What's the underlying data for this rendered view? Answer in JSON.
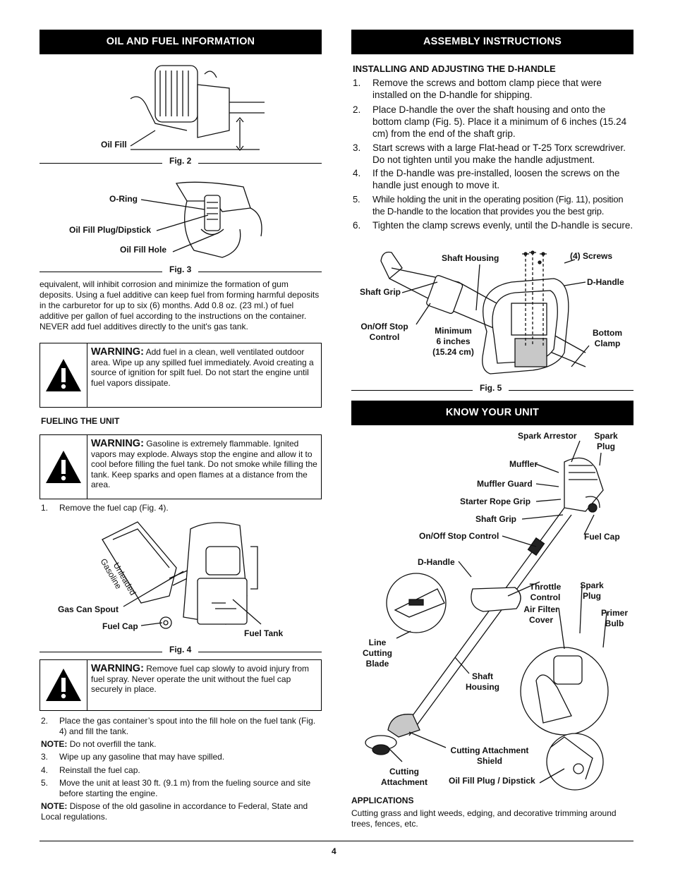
{
  "left": {
    "header": "OIL AND FUEL INFORMATION",
    "fig2": {
      "caption": "Fig. 2",
      "oil_fill": "Oil Fill"
    },
    "fig3": {
      "caption": "Fig. 3",
      "o_ring": "O-Ring",
      "plug": "Oil Fill Plug/Dipstick",
      "hole": "Oil Fill Hole"
    },
    "intro": "equivalent, will inhibit corrosion and minimize the formation of gum deposits. Using a fuel additive can keep fuel from forming harmful deposits in the carburetor for up to six (6) months. Add 0.8 oz. (23 ml.) of fuel additive per gallon of fuel according to the instructions on the container. NEVER add fuel additives directly to the unit's gas tank.",
    "warning1": {
      "title": "WARNING:",
      "text": " Add fuel in a clean, well ventilated outdoor area. Wipe up any spilled fuel immediately. Avoid creating a source of ignition for spilt fuel. Do not start the engine until fuel vapors dissipate."
    },
    "fueling_title": "FUELING THE UNIT",
    "warning2": {
      "title": "WARNING:",
      "text": " Gasoline is extremely flammable. Ignited vapors may explode. Always stop the engine and allow it to cool before filling the fuel tank. Do not smoke while filling the tank. Keep sparks and open flames at a distance from the area."
    },
    "step1": {
      "num": "1.",
      "text": "Remove the fuel cap (Fig. 4)."
    },
    "fig4": {
      "caption": "Fig. 4",
      "spout": "Gas Can Spout",
      "cap": "Fuel Cap",
      "tank": "Fuel Tank",
      "can_text1": "Unleaded",
      "can_text2": "Gasoline"
    },
    "warning3": {
      "title": "WARNING:",
      "text": " Remove fuel cap slowly to avoid injury from fuel spray. Never operate the unit without the fuel cap securely in place."
    },
    "steps": [
      {
        "num": "2.",
        "text": "Place the gas container’s spout into the fill hole on the fuel tank (Fig. 4) and fill the tank."
      },
      {
        "num": "3.",
        "text": "Wipe up any gasoline that may have spilled."
      },
      {
        "num": "4.",
        "text": "Reinstall the fuel cap."
      },
      {
        "num": "5.",
        "text": "Move the unit at least 30 ft. (9.1 m) from the fueling source and site before starting the engine."
      }
    ],
    "note1": {
      "label": "NOTE:",
      "text": "Do not overfill the tank."
    },
    "note2": {
      "label": "NOTE:",
      "text": "Dispose of the old gasoline in accordance to Federal, State and Local regulations."
    }
  },
  "right": {
    "header1": "ASSEMBLY INSTRUCTIONS",
    "subtitle": "INSTALLING AND ADJUSTING THE D-HANDLE",
    "steps": [
      {
        "num": "1.",
        "text": "Remove the screws and bottom clamp piece that were installed on the D-handle for shipping."
      },
      {
        "num": "2.",
        "text": "Place D-handle the over the shaft housing and onto the bottom clamp (Fig. 5). Place it a minimum of 6 inches (15.24 cm) from the end of the shaft grip."
      },
      {
        "num": "3.",
        "text": "Start screws with a large Flat-head or T-25 Torx screwdriver. Do not tighten until you make the handle adjustment."
      },
      {
        "num": "4.",
        "text": "If the D-handle was pre-installed, loosen the screws on the handle just enough to move it."
      },
      {
        "num": "5.",
        "text": "While holding the unit in the operating position (Fig. 11), position the D-handle to the location that provides you the best grip."
      },
      {
        "num": "6.",
        "text": "Tighten the clamp screws evenly, until the D-handle is secure."
      }
    ],
    "fig5": {
      "caption": "Fig. 5",
      "shaft_housing": "Shaft Housing",
      "screws": "(4) Screws",
      "shaft_grip": "Shaft Grip",
      "d_handle": "D-Handle",
      "onoff_1": "On/Off Stop",
      "onoff_2": "Control",
      "min_1": "Minimum",
      "min_2": "6 inches",
      "min_3": "(15.24 cm)",
      "bottom_1": "Bottom",
      "bottom_2": "Clamp"
    },
    "header2": "KNOW YOUR UNIT",
    "unit": {
      "spark_arrestor": "Spark Arrestor",
      "spark_plug_top_1": "Spark",
      "spark_plug_top_2": "Plug",
      "muffler": "Muffler",
      "muffler_guard": "Muffler Guard",
      "starter_rope": "Starter Rope Grip",
      "shaft_grip": "Shaft Grip",
      "onoff": "On/Off Stop Control",
      "fuel_cap": "Fuel Cap",
      "d_handle": "D-Handle",
      "throttle_1": "Throttle",
      "throttle_2": "Control",
      "spark_plug_2_1": "Spark",
      "spark_plug_2_2": "Plug",
      "air_filter_1": "Air Filter",
      "air_filter_2": "Cover",
      "primer_1": "Primer",
      "primer_2": "Bulb",
      "line_blade_1": "Line",
      "line_blade_2": "Cutting",
      "line_blade_3": "Blade",
      "shaft_housing_1": "Shaft",
      "shaft_housing_2": "Housing",
      "shield_1": "Cutting Attachment",
      "shield_2": "Shield",
      "cutting_1": "Cutting",
      "cutting_2": "Attachment",
      "oil_plug": "Oil Fill Plug / Dipstick"
    },
    "applications_title": "APPLICATIONS",
    "applications_text": "Cutting grass and light weeds, edging, and decorative trimming around trees, fences, etc."
  },
  "page_number": "4"
}
